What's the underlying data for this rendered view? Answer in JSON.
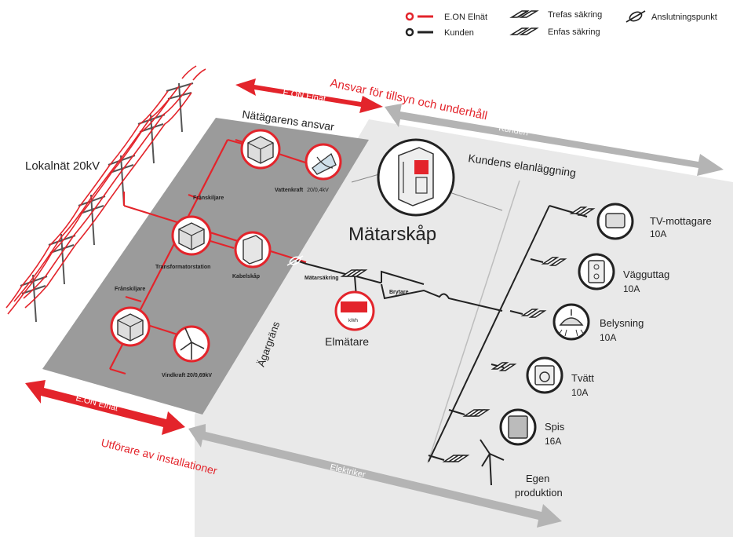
{
  "legend": {
    "eon_label": "E.ON Elnät",
    "customer_label": "Kunden",
    "three_phase_label": "Trefas säkring",
    "single_phase_label": "Enfas säkring",
    "connection_point_label": "Anslutningspunkt"
  },
  "arrows": {
    "top_responsibility": "Ansvar för tillsyn och underhåll",
    "top_eon": "E.ON Elnät",
    "top_customer": "Kunden",
    "bottom_performer": "Utförare av installationer",
    "bottom_eon": "E.ON Elnät",
    "bottom_electrician": "Elektriker"
  },
  "zones": {
    "grid_owner": "Nätägarens ansvar",
    "customer_installation": "Kundens elanläggning",
    "meter_cabinet": "Mätarskåp",
    "ownership_boundary": "Ägargräns"
  },
  "grid": {
    "local_net": "Lokalnät 20kV",
    "disconnector_1": "Frånskiljare",
    "disconnector_2": "Frånskiljare",
    "hydropower": "Vattenkraft",
    "hydropower_voltage": "20/0,4kV",
    "transformer_station": "Transformatorstation",
    "cable_cabinet": "Kabelskåp",
    "windpower": "Vindkraft 20/0,69kV"
  },
  "meter": {
    "meter_fuse": "Mätarsäkring",
    "switch": "Brytare",
    "electricity_meter": "Elmätare",
    "meter_unit": "kWh"
  },
  "loads": [
    {
      "name": "TV-mottagare",
      "amp": "10A"
    },
    {
      "name": "Vägguttag",
      "amp": "10A"
    },
    {
      "name": "Belysning",
      "amp": "10A"
    },
    {
      "name": "Tvätt",
      "amp": "10A"
    },
    {
      "name": "Spis",
      "amp": "16A"
    }
  ],
  "own_production": {
    "line1": "Egen",
    "line2": "produktion"
  },
  "colors": {
    "eon_red": "#e3242b",
    "dark_zone": "#9b9b9b",
    "light_zone": "#e9e9e9",
    "arrow_grey": "#b4b4b4"
  }
}
